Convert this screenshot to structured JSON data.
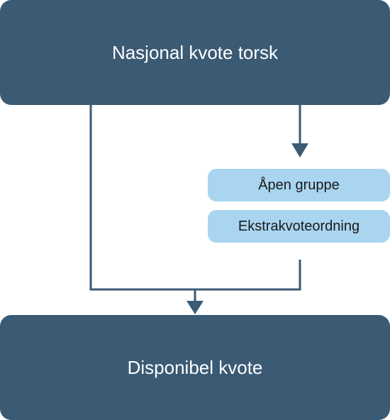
{
  "diagram": {
    "nodes": {
      "national_quota": "Nasjonal kvote torsk",
      "open_group": "Åpen gruppe",
      "extra_quota_scheme": "Ekstrakvoteordning",
      "available_quota": "Disponibel kvote"
    },
    "edges": [
      {
        "from": "national_quota",
        "to": "available_quota"
      },
      {
        "from": "national_quota",
        "to": "open_group"
      },
      {
        "from": "extra_quota_scheme",
        "to": "available_quota"
      }
    ],
    "colors": {
      "dark_box": "#3b5a74",
      "light_box": "#a9d5f0",
      "connector": "#3b5a74"
    }
  }
}
